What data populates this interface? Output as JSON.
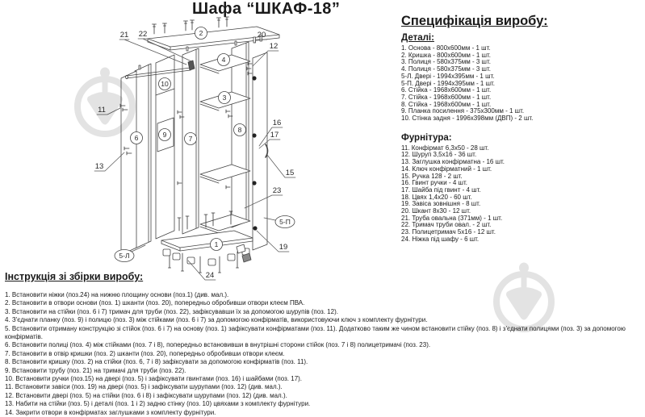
{
  "title": "Шафа “ШКАФ-18”",
  "spec": {
    "heading": "Специфікація виробу:",
    "details_heading": "Деталі:",
    "details": [
      "1. Основа - 800х600мм - 1 шт.",
      "2. Кришка - 800х600мм - 1 шт.",
      "3. Полиця - 580х375мм - 3 шт.",
      "4. Полиця - 580х375мм - 3 шт.",
      "5-Л. Двері - 1994х395мм - 1 шт.",
      "5-П. Двері - 1994х395мм - 1 шт.",
      "6. Стійка - 1968х600мм - 1 шт.",
      "7. Стійка - 1968х600мм - 1 шт.",
      "8. Стійка - 1968х600мм - 1 шт.",
      "9. Планка посилення - 375х300мм - 1 шт.",
      "10. Стінка задня - 1996х398мм (ДВП) - 2 шт."
    ],
    "hardware_heading": "Фурнітура:",
    "hardware": [
      "11. Конфірмат 6,3х50 - 28 шт.",
      "12. Шуруп 3,5х16 - 36 шт.",
      "13. Заглушка конфірматна - 16 шт.",
      "14. Ключ конфірматний - 1 шт.",
      "15. Ручка 128 - 2 шт.",
      "16. Гвинт ручки - 4 шт.",
      "17. Шайба під гвинт - 4 шт.",
      "18. Цвях 1,4х20 - 60 шт.",
      "19. Завіса зовнішня - 8 шт.",
      "20. Шкант 8х30 - 12 шт.",
      "21. Труба овальна (371мм) - 1 шт.",
      "22. Тримач труби овал. - 2 шт.",
      "23. Полицетримач 5х16 - 12 шт.",
      "24. Ніжка під шафу - 6 шт."
    ]
  },
  "instructions": {
    "heading": "Інструкція зі збірки виробу:",
    "steps": [
      "1. Встановити ніжки (поз.24) на нижню площину основи (поз.1) (див. мал.).",
      "2. Встановити в отвори основи (поз. 1) шканти (поз. 20), попередньо обробивши отвори клеєм ПВА.",
      "3. Встановити на стійки (поз. 6 і 7) тримач для труби (поз. 22), зафіксувавши їх за допомогою шурупів (поз. 12).",
      "4. З'єднати планку (поз. 9) і полицю (поз. 3) між стійками (поз. 6 і 7) за допомогою конфірматів, використовуючи ключ з комплекту фурнітури.",
      "5. Встановити отриману конструкцію зі стійок (поз. 6 і 7) на основу (поз. 1) зафіксувати конфірматами (поз. 11). Додатково таким же чином встановити стійку (поз. 8) і з'єднати полицями (поз. 3) за допомогою конфірматів.",
      "6. Встановити полиці (поз. 4) між стійками (поз. 7 і 8), попередньо встановивши в внутрішні сторони стійок (поз. 7 і 8) полицетримачі (поз. 23).",
      "7. Встановити в отвір кришки (поз. 2) шканти (поз. 20), попередньо обробивши отвори клеєм.",
      "8. Встановити кришку (поз. 2) на стійки (поз. 6, 7 і 8) зафіксувати за допомогою конфірматів (поз. 11).",
      "9. Встановити трубу (поз. 21) на тримачі для труби (поз. 22).",
      "10. Встановити ручки (поз.15) на двері (поз. 5) і зафіксувати гвинтами (поз. 16) і шайбами (поз. 17).",
      "11. Встановити завіси (поз. 19) на двері (поз. 5) і зафіксувати шурупами (поз. 12) (див. мал.).",
      "12. Встановити двері (поз. 5) на стійки (поз. 6 і 8) і зафіксувати шурупами (поз. 12) (див. мал.).",
      "13. Набити на стійки (поз. 5) і деталі (поз. 1 і 2) задню стінку (поз. 10) цвяхами з комплекту фурнітури.",
      "14. Закрити отвори в конфірматах заглушками з комплекту фурнітури."
    ]
  },
  "diagram": {
    "callouts": {
      "c1": "1",
      "c2": "2",
      "c3": "3",
      "c4": "4",
      "c6": "6",
      "c7": "7",
      "c8": "8",
      "c9": "9",
      "c10": "10",
      "c11": "11",
      "c12": "12",
      "c13": "13",
      "c15": "15",
      "c16": "16",
      "c17": "17",
      "c19": "19",
      "c20": "20",
      "c21": "21",
      "c22": "22",
      "c23": "23",
      "c24": "24",
      "c5L": "5-Л",
      "c5P": "5-П"
    }
  },
  "watermark_color": "#e3e3e3"
}
